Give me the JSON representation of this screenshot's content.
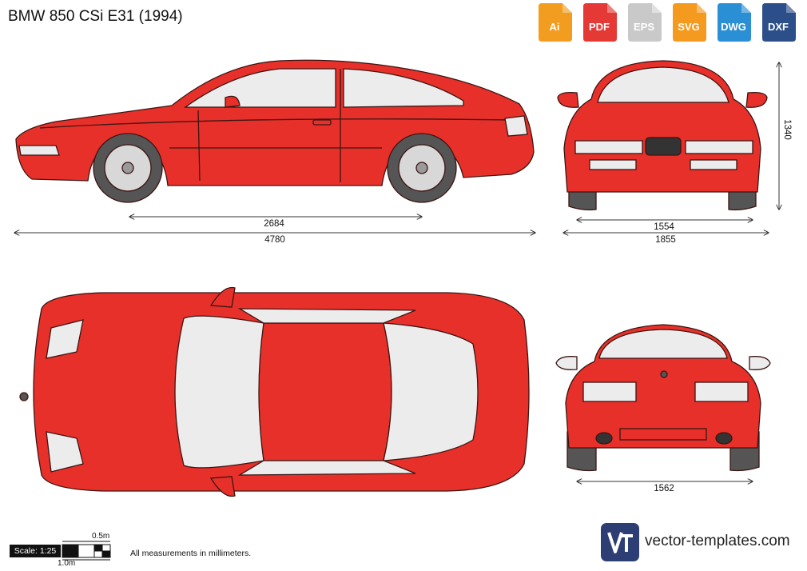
{
  "title": "BMW 850 CSi E31 (1994)",
  "formats": [
    {
      "label": "Ai",
      "color": "#f29d1f"
    },
    {
      "label": "PDF",
      "color": "#e53935"
    },
    {
      "label": "EPS",
      "color": "#c9c9c9"
    },
    {
      "label": "SVG",
      "color": "#f39a1f"
    },
    {
      "label": "DWG",
      "color": "#2b8fd6"
    },
    {
      "label": "DXF",
      "color": "#2c4f8a"
    }
  ],
  "dimensions": {
    "wheelbase": "2684",
    "length": "4780",
    "front_track": "1554",
    "width": "1855",
    "height": "1340",
    "rear_track": "1562"
  },
  "scale": {
    "label": "Scale: 1:25",
    "half_meter": "0.5m",
    "one_meter": "1.0m"
  },
  "note": "All measurements in millimeters.",
  "brand": {
    "name": "vector-templates.com",
    "logo": "VT"
  },
  "colors": {
    "body": "#e8302a",
    "outline": "#3b1512",
    "glass": "#ececec",
    "tire": "#555555"
  }
}
